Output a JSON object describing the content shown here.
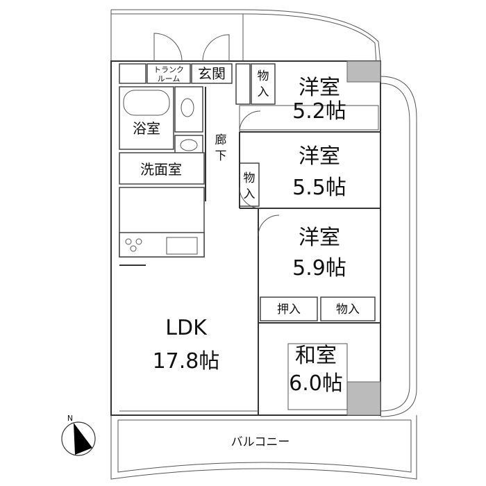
{
  "rooms": {
    "western1": {
      "name": "洋室",
      "size": "5.2帖"
    },
    "western2": {
      "name": "洋室",
      "size": "5.5帖"
    },
    "western3": {
      "name": "洋室",
      "size": "5.9帖"
    },
    "japanese": {
      "name": "和室",
      "size": "6.0帖"
    },
    "ldk": {
      "name": "LDK",
      "size": "17.8帖"
    },
    "bath": "浴室",
    "washroom": "洗面室",
    "entrance": "玄関",
    "trunk_room_line1": "トランク",
    "trunk_room_line2": "ルーム",
    "corridor_line1": "廊",
    "corridor_line2": "下",
    "storage_line1": "物",
    "storage_line2": "入",
    "storage": "物入",
    "closet": "押入",
    "balcony": "バルコニー"
  },
  "compass": {
    "north": "N"
  }
}
